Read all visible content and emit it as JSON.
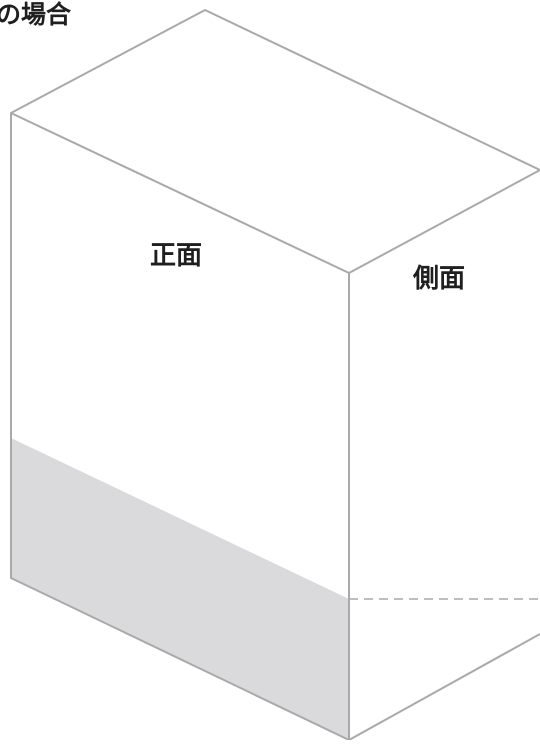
{
  "heading_fragment": "の場合",
  "labels": {
    "front": "正面",
    "side": "側面"
  },
  "colors": {
    "background": "#ffffff",
    "edge": "#a9a9a9",
    "shaded_band": "#dadadc",
    "text": "#1f1f1f"
  }
}
